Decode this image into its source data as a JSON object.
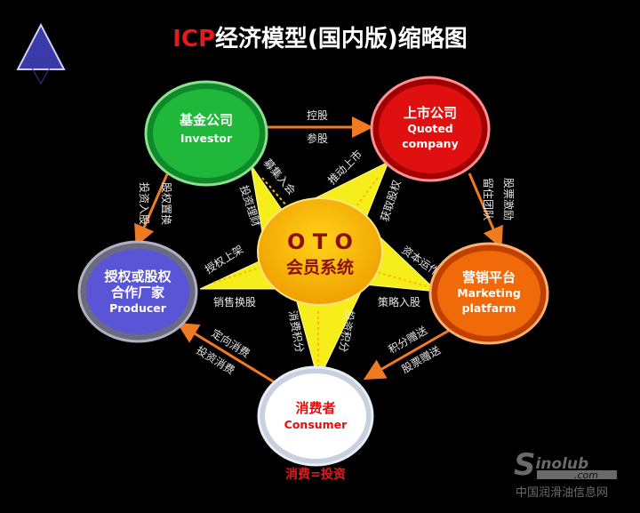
{
  "title": {
    "prefix": "ICP",
    "rest": "经济模型(国内版)缩略图"
  },
  "center": {
    "line1": "O T O",
    "line2": "会员系统"
  },
  "nodes": {
    "investor": {
      "zh": "基金公司",
      "en": "Investor",
      "color": "#1fb83a"
    },
    "quoted": {
      "zh": "上市公司",
      "en1": "Quoted",
      "en2": "company",
      "color": "#e01010"
    },
    "producer": {
      "zh1": "授权或股权",
      "zh2": "合作厂家",
      "en": "Producer",
      "color": "#5a55d6"
    },
    "marketing": {
      "zh": "营销平台",
      "en1": "Marketing",
      "en2": "platfarm",
      "color": "#f06a0a"
    },
    "consumer": {
      "zh": "消费者",
      "en": "Consumer",
      "color": "#ffffff"
    }
  },
  "edges": {
    "investor_quoted": [
      "控股",
      "参股"
    ],
    "investor_producer": [
      "投资入股",
      "股权置换"
    ],
    "quoted_marketing": [
      "股票激励",
      "留住团队"
    ],
    "marketing_consumer": [
      "积分赠送",
      "股票赠送"
    ],
    "consumer_producer": [
      "定向消费",
      "投资消费"
    ]
  },
  "star": {
    "investor": [
      "募集入会",
      "投资理财"
    ],
    "quoted": [
      "推动上市",
      "获取股权"
    ],
    "producer": [
      "授权上架",
      "销售换股"
    ],
    "marketing": [
      "资本运作",
      "策略入股"
    ],
    "consumer": [
      "消费积分",
      "投资积分"
    ]
  },
  "footer": "消费=投资",
  "watermark": {
    "brand": "Sinolub",
    "domain": ".com",
    "name": "中国润滑油信息网"
  }
}
